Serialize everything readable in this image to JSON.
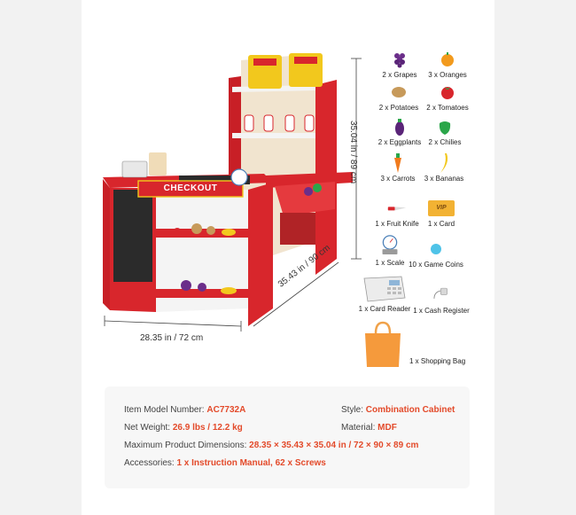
{
  "dimensions": {
    "width": "28.35 in / 72 cm",
    "depth": "35.43 in / 90 cm",
    "height": "35.04 in / 89 cm"
  },
  "counter_sign": "CHECKOUT",
  "accessories": [
    {
      "label": "2 x Grapes",
      "icon": "grapes-icon"
    },
    {
      "label": "3 x Oranges",
      "icon": "orange-icon"
    },
    {
      "label": "2 x Potatoes",
      "icon": "potato-icon"
    },
    {
      "label": "2 x Tomatoes",
      "icon": "tomato-icon"
    },
    {
      "label": "2 x Eggplants",
      "icon": "eggplant-icon"
    },
    {
      "label": "2 x Chilies",
      "icon": "chili-icon"
    },
    {
      "label": "3 x Carrots",
      "icon": "carrot-icon"
    },
    {
      "label": "3 x Bananas",
      "icon": "banana-icon"
    },
    {
      "label": "1 x Fruit Knife",
      "icon": "knife-icon"
    },
    {
      "label": "1 x Card",
      "icon": "card-icon",
      "card_text": "VIP"
    },
    {
      "label": "1 x Scale",
      "icon": "scale-icon"
    },
    {
      "label": "10 x Game Coins",
      "icon": "coin-icon"
    },
    {
      "label": "1 x Card Reader",
      "icon": "card-reader-icon"
    },
    {
      "label": "1 x Cash Register",
      "icon": "cash-register-icon"
    },
    {
      "label": "1 x Shopping Bag",
      "icon": "shopping-bag-icon"
    }
  ],
  "specs": {
    "model_label": "Item Model Number:",
    "model_value": "AC7732A",
    "style_label": "Style:",
    "style_value": "Combination Cabinet",
    "weight_label": "Net Weight:",
    "weight_value": "26.9 lbs / 12.2 kg",
    "material_label": "Material:",
    "material_value": "MDF",
    "dimensions_label": "Maximum Product Dimensions:",
    "dimensions_value": "28.35 × 35.43 × 35.04 in / 72 × 90 × 89 cm",
    "accessories_label": "Accessories:",
    "accessories_value": "1 x Instruction Manual, 62 x Screws"
  },
  "colors": {
    "accent": "#e34a2a",
    "cabinet_red": "#d8262c",
    "shelf_white": "#f4f4f4"
  }
}
